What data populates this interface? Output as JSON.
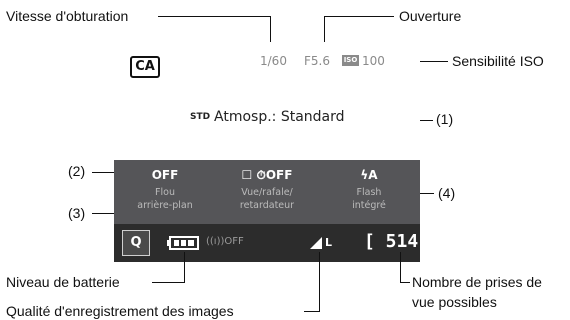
{
  "annotations": {
    "shutter_speed": "Vitesse d'obturation",
    "aperture": "Ouverture",
    "iso": "Sensibilité ISO",
    "callout_1": "(1)",
    "callout_2": "(2)",
    "callout_3": "(3)",
    "callout_4": "(4)",
    "battery": "Niveau de batterie",
    "quality": "Qualité d'enregistrement des images",
    "shots_line1": "Nombre de prises de",
    "shots_line2": "vue possibles"
  },
  "screen": {
    "mode": "CA",
    "shutter": "1/60",
    "aperture": "F5.6",
    "iso_badge": "ISO",
    "iso_value": "100",
    "ambience_icon": "STD",
    "ambience": "Atmosp.: Standard",
    "settings": [
      {
        "value": "OFF",
        "sub1": "Flou",
        "sub2": "arrière-plan"
      },
      {
        "value": "☐ ⏱OFF",
        "sub1": "Vue/rafale/",
        "sub2": "retardateur"
      },
      {
        "value": "ϟA",
        "sub1": "Flash",
        "sub2": "intégré"
      }
    ],
    "q_button": "Q",
    "wifi": "((ı))OFF",
    "quality_icon": "L",
    "shots": "[ 514]"
  },
  "colors": {
    "bar": "#555558",
    "bottom_bar": "#2c2c2c",
    "info_text": "#8a8a8a"
  }
}
